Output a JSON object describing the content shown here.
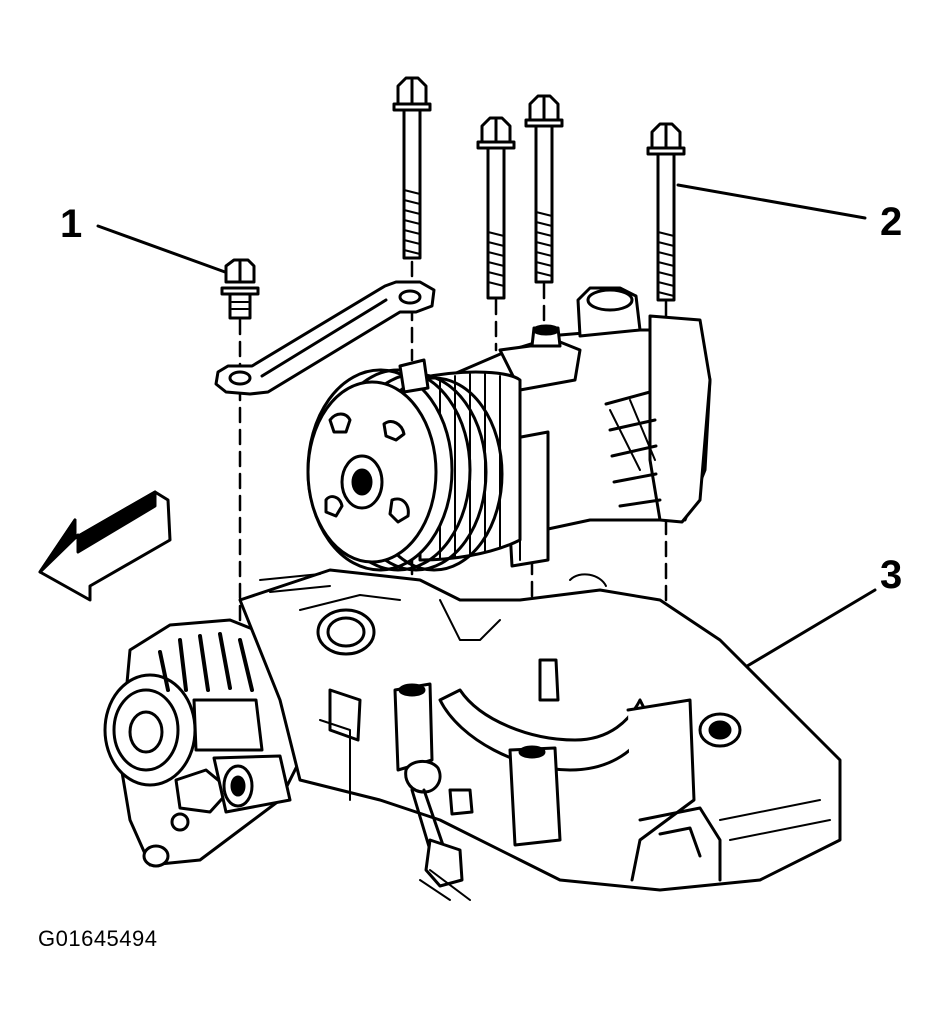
{
  "figure": {
    "id_label": "G01645494"
  },
  "callouts": [
    {
      "label": "1"
    },
    {
      "label": "2"
    },
    {
      "label": "3"
    }
  ],
  "colors": {
    "ink": "#000000",
    "paper": "#ffffff"
  }
}
